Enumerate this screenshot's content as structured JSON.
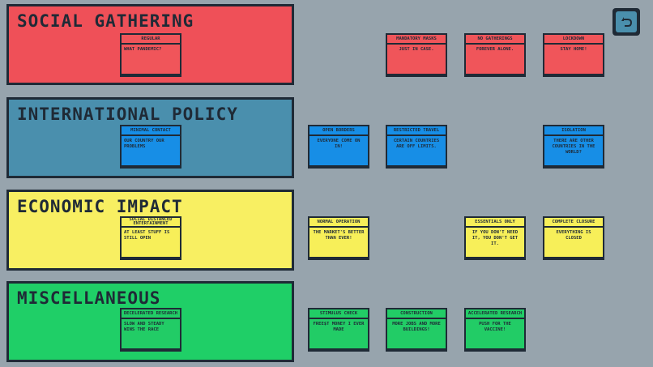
{
  "categories": [
    {
      "title": "SOCIAL GATHERING",
      "color": "#ef5058",
      "current": {
        "header": "REGULAR",
        "body": "WHAT PANDEMIC?"
      },
      "options": [
        {
          "header": "MANDATORY MASKS",
          "body": "JUST IN CASE."
        },
        {
          "header": "NO GATHERINGS",
          "body": "FOREVER ALONE."
        },
        {
          "header": "LOCKDOWN",
          "body": "STAY HOME!"
        }
      ]
    },
    {
      "title": "INTERNATIONAL POLICY",
      "color": "#4a8fad",
      "current": {
        "header": "MINIMAL CONTACT",
        "body": "OUR COUNTRY OUR PROBLEMS"
      },
      "options": [
        {
          "header": "OPEN BORDERS",
          "body": "EVERYONE COME ON IN!"
        },
        {
          "header": "RESTRICTED TRAVEL",
          "body": "CERTAIN COUNTRIES ARE OFF LIMITS."
        },
        {
          "header": "ISOLATION",
          "body": "THERE ARE OTHER COUNTRIES IN THE WORLD?"
        }
      ]
    },
    {
      "title": "ECONOMIC IMPACT",
      "color": "#f8ef62",
      "current": {
        "header": "SOCIAL DISTANCED ENTERTAINMENT",
        "body": "AT LEAST STUFF IS STILL OPEN"
      },
      "options": [
        {
          "header": "NORMAL OPERATION",
          "body": "THE MARKET'S BETTER THAN EVER!"
        },
        {
          "header": "ESSENTIALS ONLY",
          "body": "IF YOU DON'T NEED IT, YOU DON'T GET IT."
        },
        {
          "header": "COMPLETE CLOSURE",
          "body": "EVERYTHING IS CLOSED"
        }
      ]
    },
    {
      "title": "MISCELLANEOUS",
      "color": "#1fcf67",
      "current": {
        "header": "DECELERATED RESEARCH",
        "body": "SLOW AND STEADY WINS THE RACE"
      },
      "options": [
        {
          "header": "STIMULUS CHECK",
          "body": "FREE$T MONEY I EVER MADE"
        },
        {
          "header": "CONSTRUCTION",
          "body": "MORE JOBS AND MORE BUILDINGS!"
        },
        {
          "header": "ACCELERATED RESEARCH",
          "body": "PUSH FOR THE VACCINE!"
        }
      ]
    }
  ],
  "back_button": {
    "icon": "back-arrow-icon"
  }
}
